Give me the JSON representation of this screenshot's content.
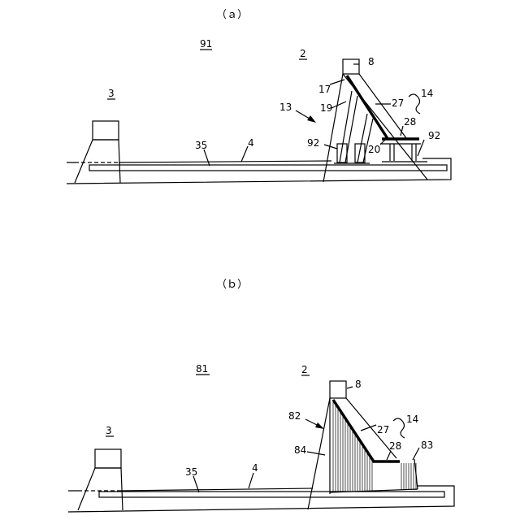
{
  "figure_a": {
    "caption": "（ａ）",
    "labels": {
      "l91": "91",
      "l2": "2",
      "l3": "3",
      "l8": "8",
      "l17": "17",
      "l19": "19",
      "l13": "13",
      "l27": "27",
      "l14": "14",
      "l28": "28",
      "l92a": "92",
      "l92b": "92",
      "l20": "20",
      "l35": "35",
      "l4": "4"
    }
  },
  "figure_b": {
    "caption": "（ｂ）",
    "labels": {
      "l81": "81",
      "l2": "2",
      "l3": "3",
      "l8": "8",
      "l82": "82",
      "l27": "27",
      "l14": "14",
      "l28": "28",
      "l83": "83",
      "l84": "84",
      "l35": "35",
      "l4": "4"
    }
  }
}
